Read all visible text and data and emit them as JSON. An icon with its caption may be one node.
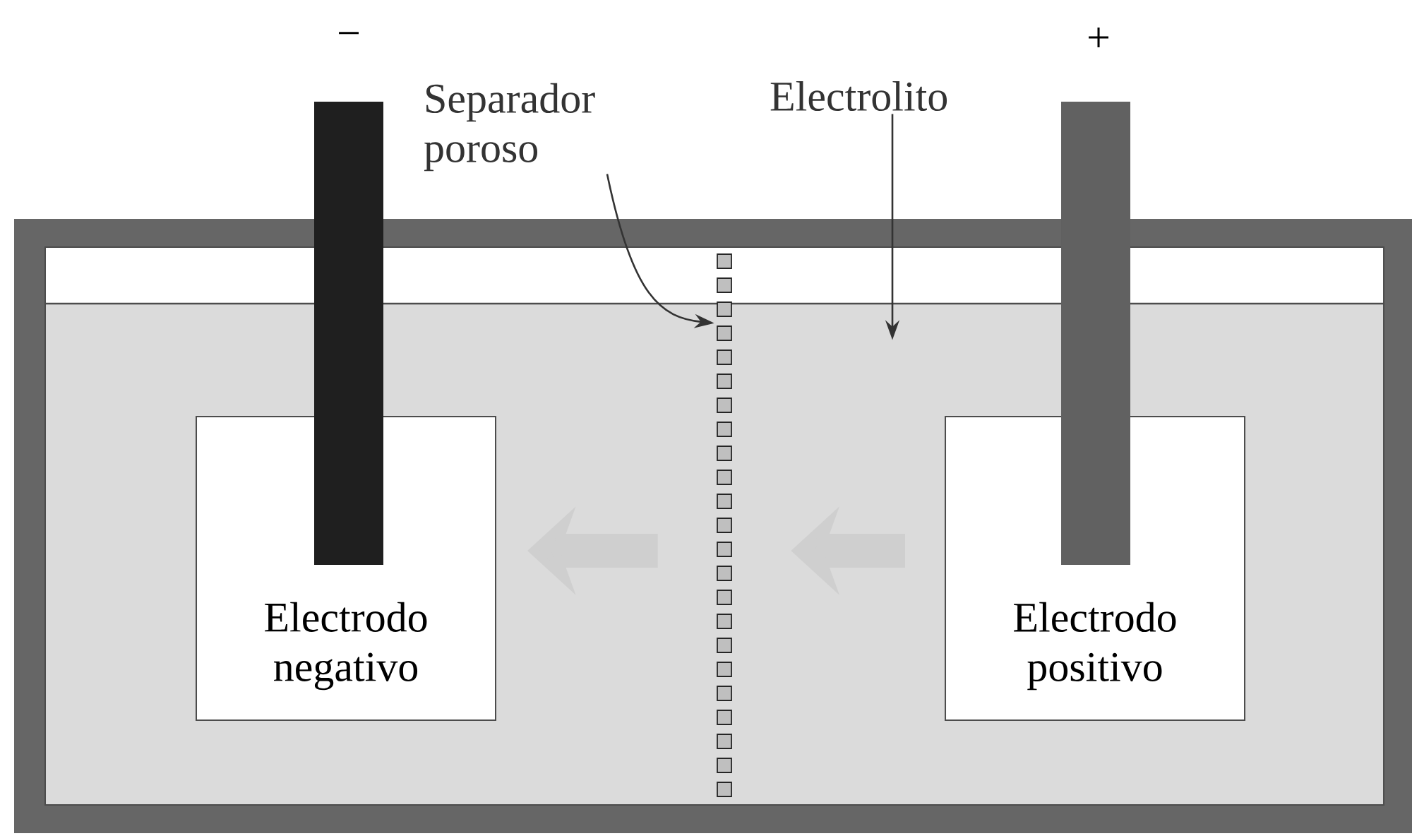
{
  "diagram": {
    "nodes": [
      {
        "text": [
          "Separador poroso"
        ]
      },
      {
        "text": [],
        "shape": "bar"
      },
      {
        "text": [
          "Electrolito"
        ]
      },
      {
        "text": [
          "Electrodo negativo"
        ]
      },
      {
        "text": [
          "Electrodo positivo"
        ]
      },
      {
        "text": [],
        "shape": "bar"
      },
      {
        "text": [],
        "shape": "bar"
      }
    ],
    "edges": [
      {
        "from": 0,
        "to": 5,
        "arrow": "to"
      },
      {
        "from": 2,
        "to": null,
        "arrow": "to"
      },
      {
        "from": 4,
        "to": 5,
        "arrow": "to",
        "style": "thick",
        "color": "#cfcfcf"
      },
      {
        "from": 5,
        "to": 3,
        "arrow": "to",
        "style": "thick",
        "color": "#cfcfcf"
      }
    ],
    "labels": [
      "−",
      "+"
    ]
  }
}
